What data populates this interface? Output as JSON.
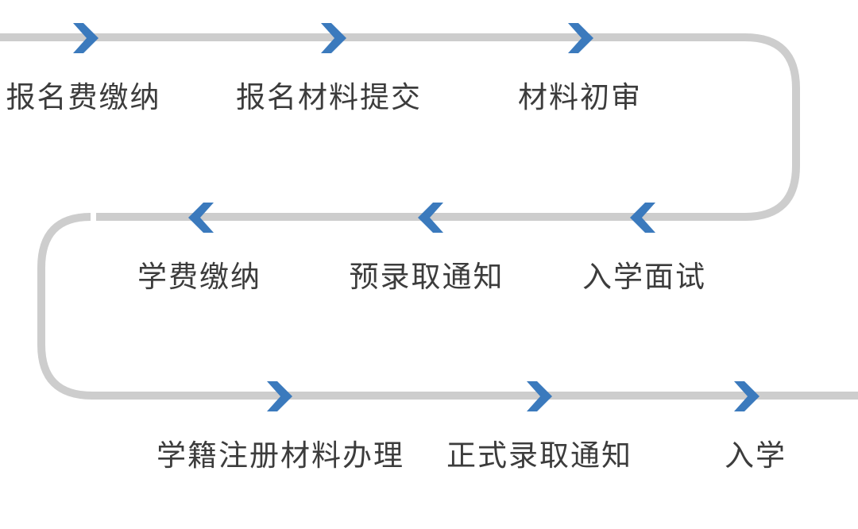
{
  "diagram": {
    "type": "process-flow",
    "description": "S-shaped admission process flow, row 1 left-to-right, row 2 right-to-left, row 3 left-to-right",
    "steps": [
      {
        "order": 1,
        "label": "报名费缴纳",
        "row": 1
      },
      {
        "order": 2,
        "label": "报名材料提交",
        "row": 1
      },
      {
        "order": 3,
        "label": "材料初审",
        "row": 1
      },
      {
        "order": 4,
        "label": "入学面试",
        "row": 2
      },
      {
        "order": 5,
        "label": "预录取通知",
        "row": 2
      },
      {
        "order": 6,
        "label": "学费缴纳",
        "row": 2
      },
      {
        "order": 7,
        "label": "学籍注册材料办理",
        "row": 3
      },
      {
        "order": 8,
        "label": "正式录取通知",
        "row": 3
      },
      {
        "order": 9,
        "label": "入学",
        "row": 3
      }
    ],
    "flow_direction": {
      "row1": "left-to-right",
      "row2": "right-to-left",
      "row3": "left-to-right"
    },
    "colors": {
      "arrow_blue": "#3B7ABD",
      "path_gray": "#CDCDCD",
      "text": "#3C3C3C",
      "background": "#FFFFFF"
    }
  }
}
